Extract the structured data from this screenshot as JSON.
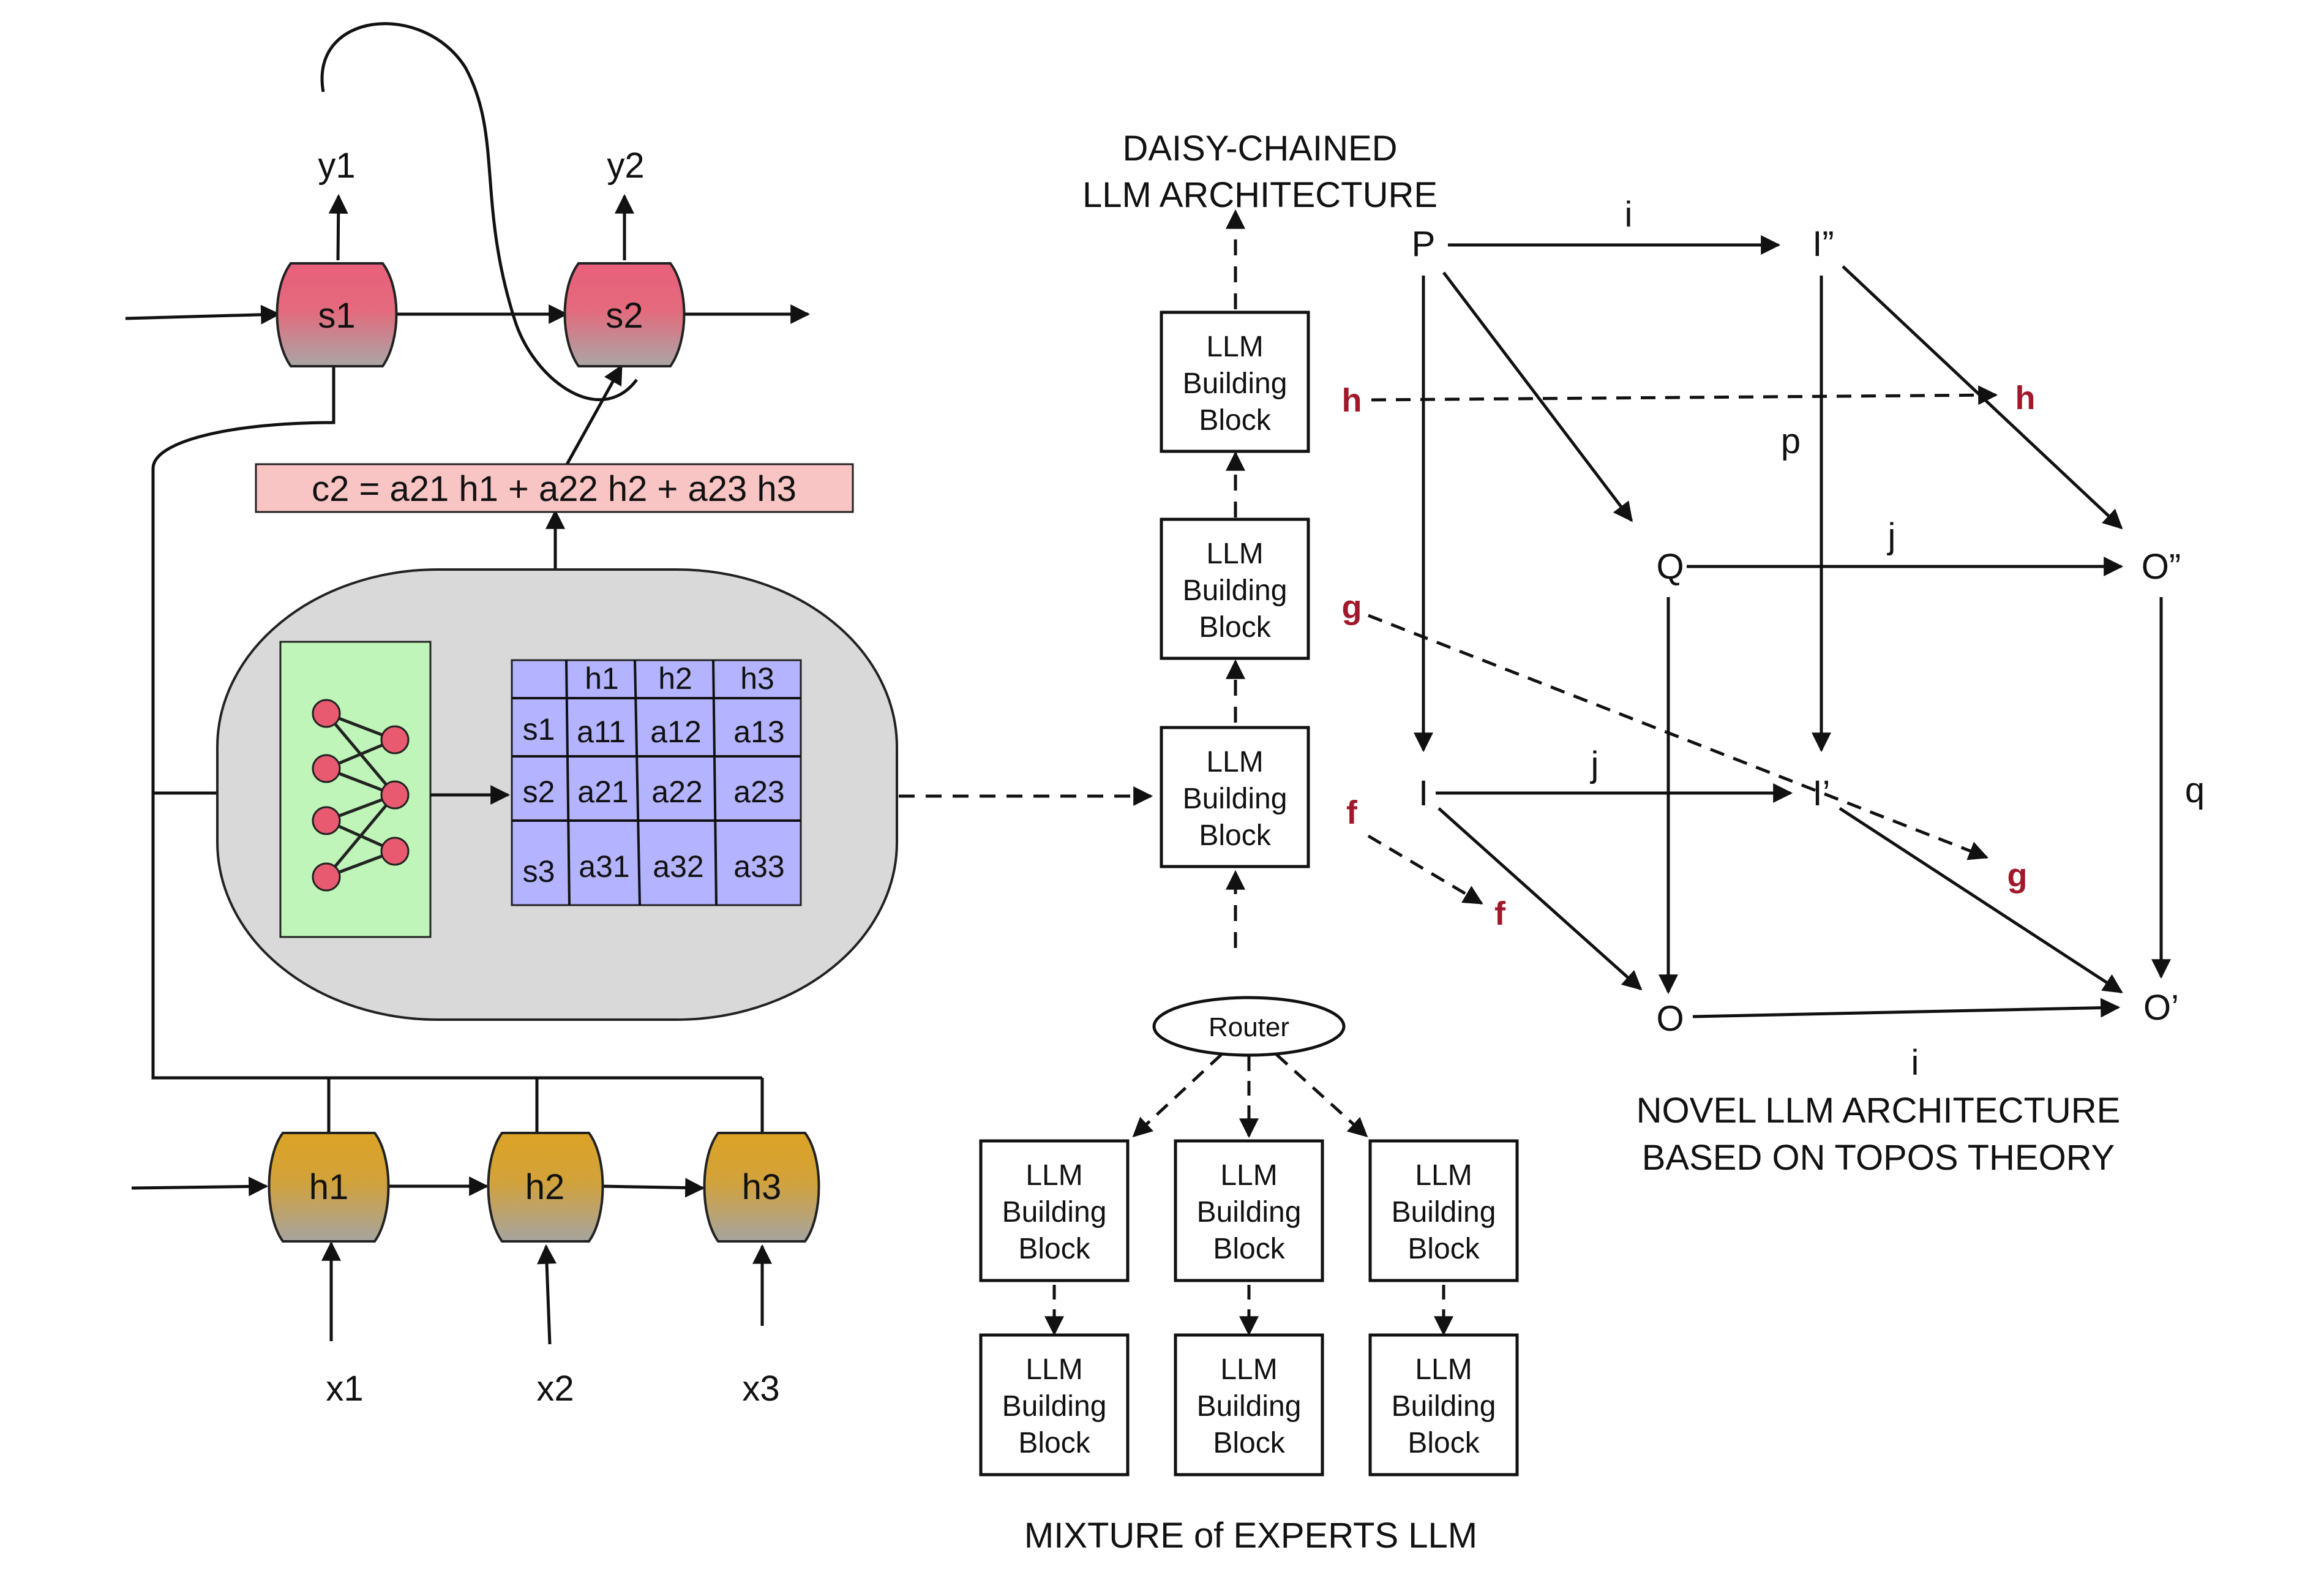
{
  "rnn": {
    "outputs": [
      "y1",
      "y2"
    ],
    "states": [
      "s1",
      "s2"
    ],
    "hidden": [
      "h1",
      "h2",
      "h3"
    ],
    "inputs": [
      "x1",
      "x2",
      "x3"
    ],
    "context_formula": "c2 = a21 h1 + a22 h2 + a23 h3",
    "attention_table": {
      "col_headers": [
        "h1",
        "h2",
        "h3"
      ],
      "rows": [
        {
          "label": "s1",
          "cells": [
            "a11",
            "a12",
            "a13"
          ]
        },
        {
          "label": "s2",
          "cells": [
            "a21",
            "a22",
            "a23"
          ]
        },
        {
          "label": "s3",
          "cells": [
            "a31",
            "a32",
            "a33"
          ]
        }
      ]
    }
  },
  "daisy": {
    "title_line1": "DAISY-CHAINED",
    "title_line2": "LLM ARCHITECTURE",
    "block_lines": [
      "LLM",
      "Building",
      "Block"
    ]
  },
  "moe": {
    "router_label": "Router",
    "title": "MIXTURE of EXPERTS LLM"
  },
  "topos": {
    "nodes": {
      "P": "P",
      "I2": "I”",
      "Q": "Q",
      "O2": "O”",
      "I": "I",
      "I1": "I’",
      "O": "O",
      "O1": "O’"
    },
    "edge_labels": {
      "i_top": "i",
      "p": "p",
      "j_top": "j",
      "j_bottom": "j",
      "q": "q",
      "i_bottom": "i"
    },
    "functor_labels": {
      "h": "h",
      "g": "g",
      "f": "f"
    },
    "title_line1": "NOVEL LLM ARCHITECTURE",
    "title_line2": "BASED ON TOPOS THEORY"
  },
  "colors": {
    "state_pink": "#e8687e",
    "hidden_gold": "#d6a62c",
    "formula_bg": "#f9c4c4",
    "panel_gray": "#d9d9d9",
    "nn_green": "#bff5b8",
    "table_blue": "#b3b3ff",
    "neuron_red": "#e85a70",
    "functor_red": "#a0182a"
  }
}
